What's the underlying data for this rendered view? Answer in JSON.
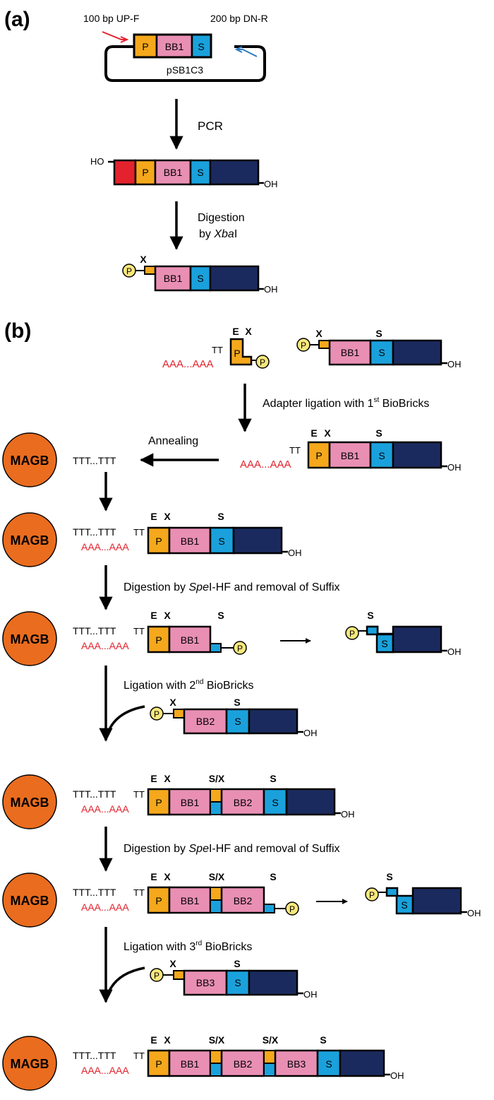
{
  "panel_a": {
    "label": "(a)",
    "primer_fwd": "100 bp UP-F",
    "primer_rev": "200 bp DN-R",
    "plasmid": "pSB1C3",
    "step_pcr": "PCR",
    "step_digest_line1": "Digestion",
    "step_digest_by": "by ",
    "step_digest_enzyme": "Xba",
    "step_digest_suffix": "I"
  },
  "panel_b": {
    "label": "(b)",
    "step_adapter": "Adapter ligation with 1",
    "step_adapter_sup": "st",
    "step_adapter_rest": " BioBricks",
    "step_annealing": "Annealing",
    "step_spe_pre": "Digestion by ",
    "step_spe_enzyme": "Spe",
    "step_spe_post": "I-HF and removal of Suffix",
    "step_lig2": "Ligation with 2",
    "step_lig2_sup": "nd",
    "step_lig3": "Ligation with 3",
    "step_lig3_sup": "rd",
    "step_lig_rest": " BioBricks"
  },
  "labels": {
    "P": "P",
    "S": "S",
    "E": "E",
    "X": "X",
    "SX": "S/X",
    "HO": "HO",
    "OH": "OH",
    "TT": "TT",
    "BB1": "BB1",
    "BB2": "BB2",
    "BB3": "BB3",
    "MAGB": "MAGB",
    "TTT": "TTT...TTT",
    "AAA": "AAA...AAA"
  },
  "colors": {
    "promoter": "#f5a81c",
    "biobrick": "#e98fb4",
    "suffix": "#1aa1dc",
    "backbone": "#1a2a5e",
    "upstream": "#e3222d",
    "phosphate": "#f8e77c",
    "bead": "#ea6c1e",
    "polyA": "#e3222d",
    "primer_fwd": "#e3222d",
    "primer_rev": "#2a7bc6"
  }
}
